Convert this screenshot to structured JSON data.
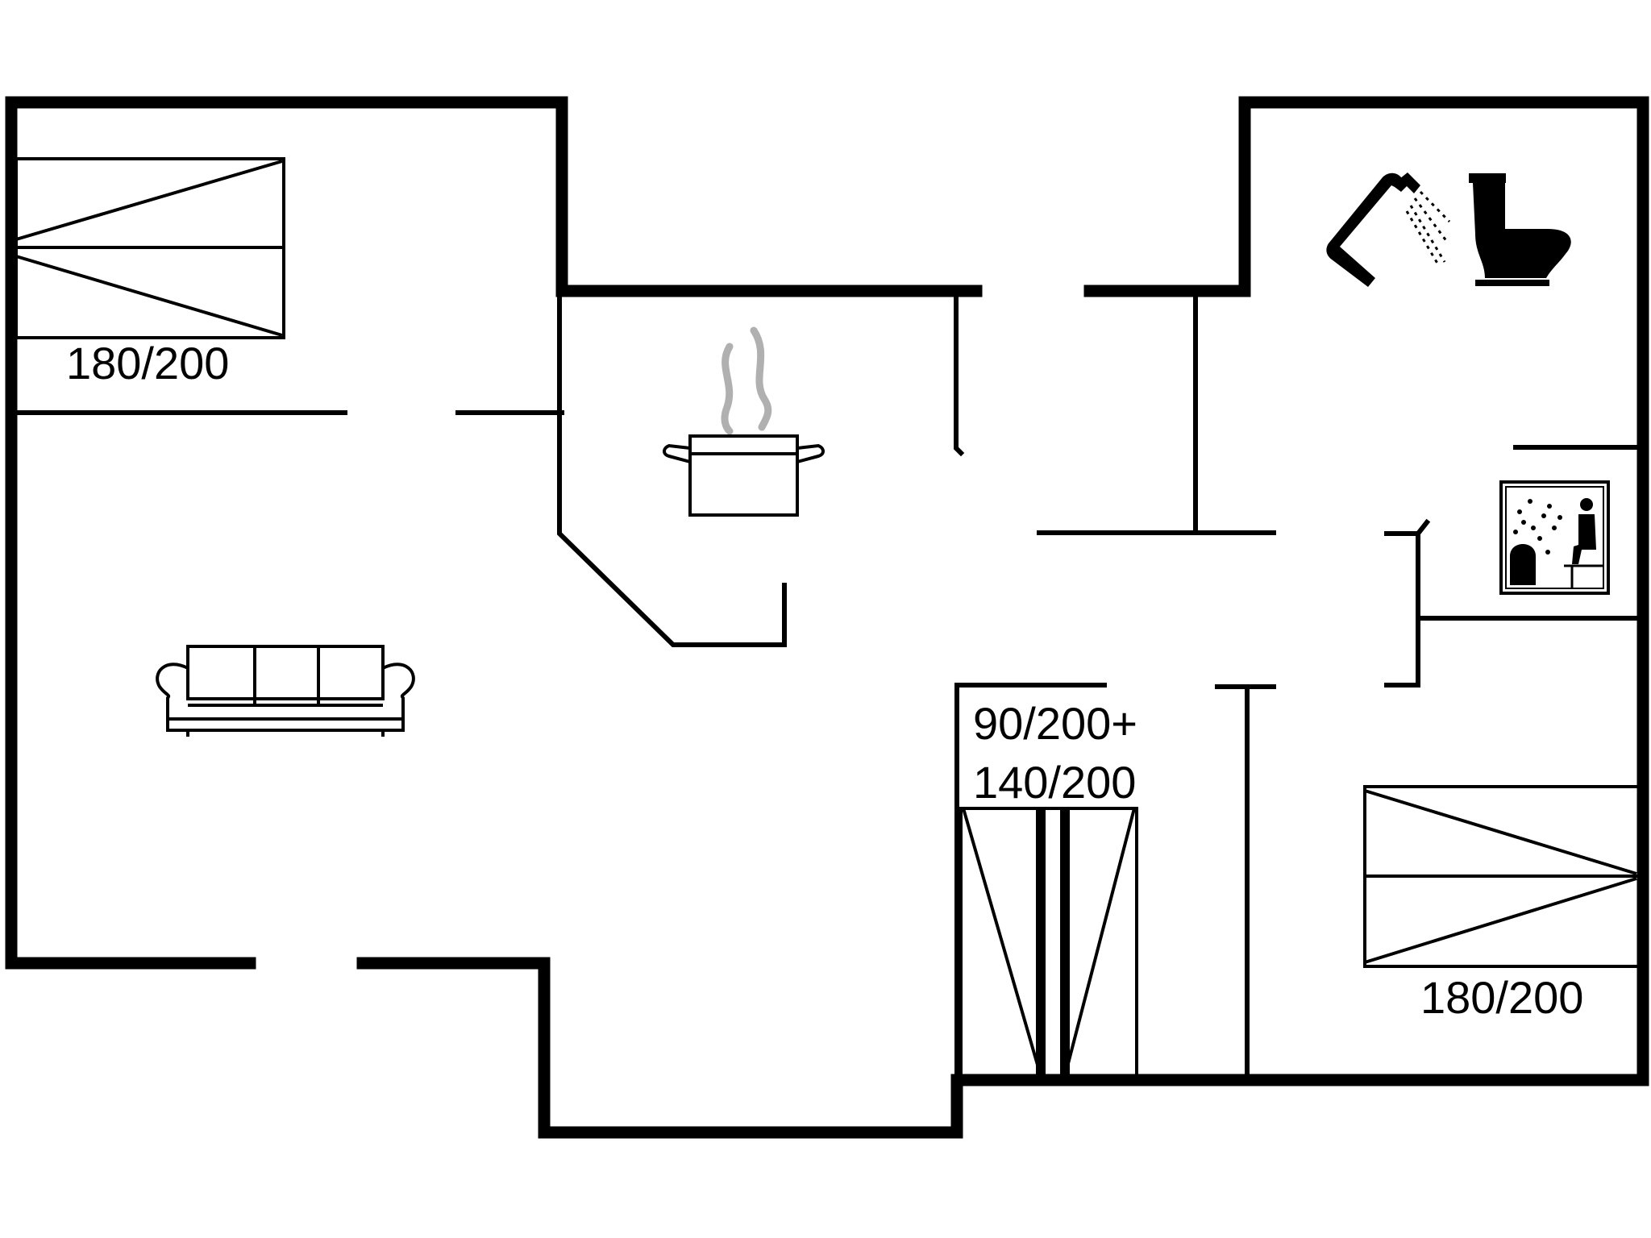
{
  "floorplan": {
    "beds": {
      "top_left": "180/200",
      "middle_line1": "90/200+",
      "middle_line2": "140/200",
      "bottom_right": "180/200"
    },
    "icons": [
      "cooking-pot-icon",
      "sofa-icon",
      "shower-icon",
      "toilet-icon",
      "sauna-icon"
    ],
    "colors": {
      "ink": "#000000",
      "steam": "#b0b0b0",
      "background": "#ffffff"
    }
  }
}
